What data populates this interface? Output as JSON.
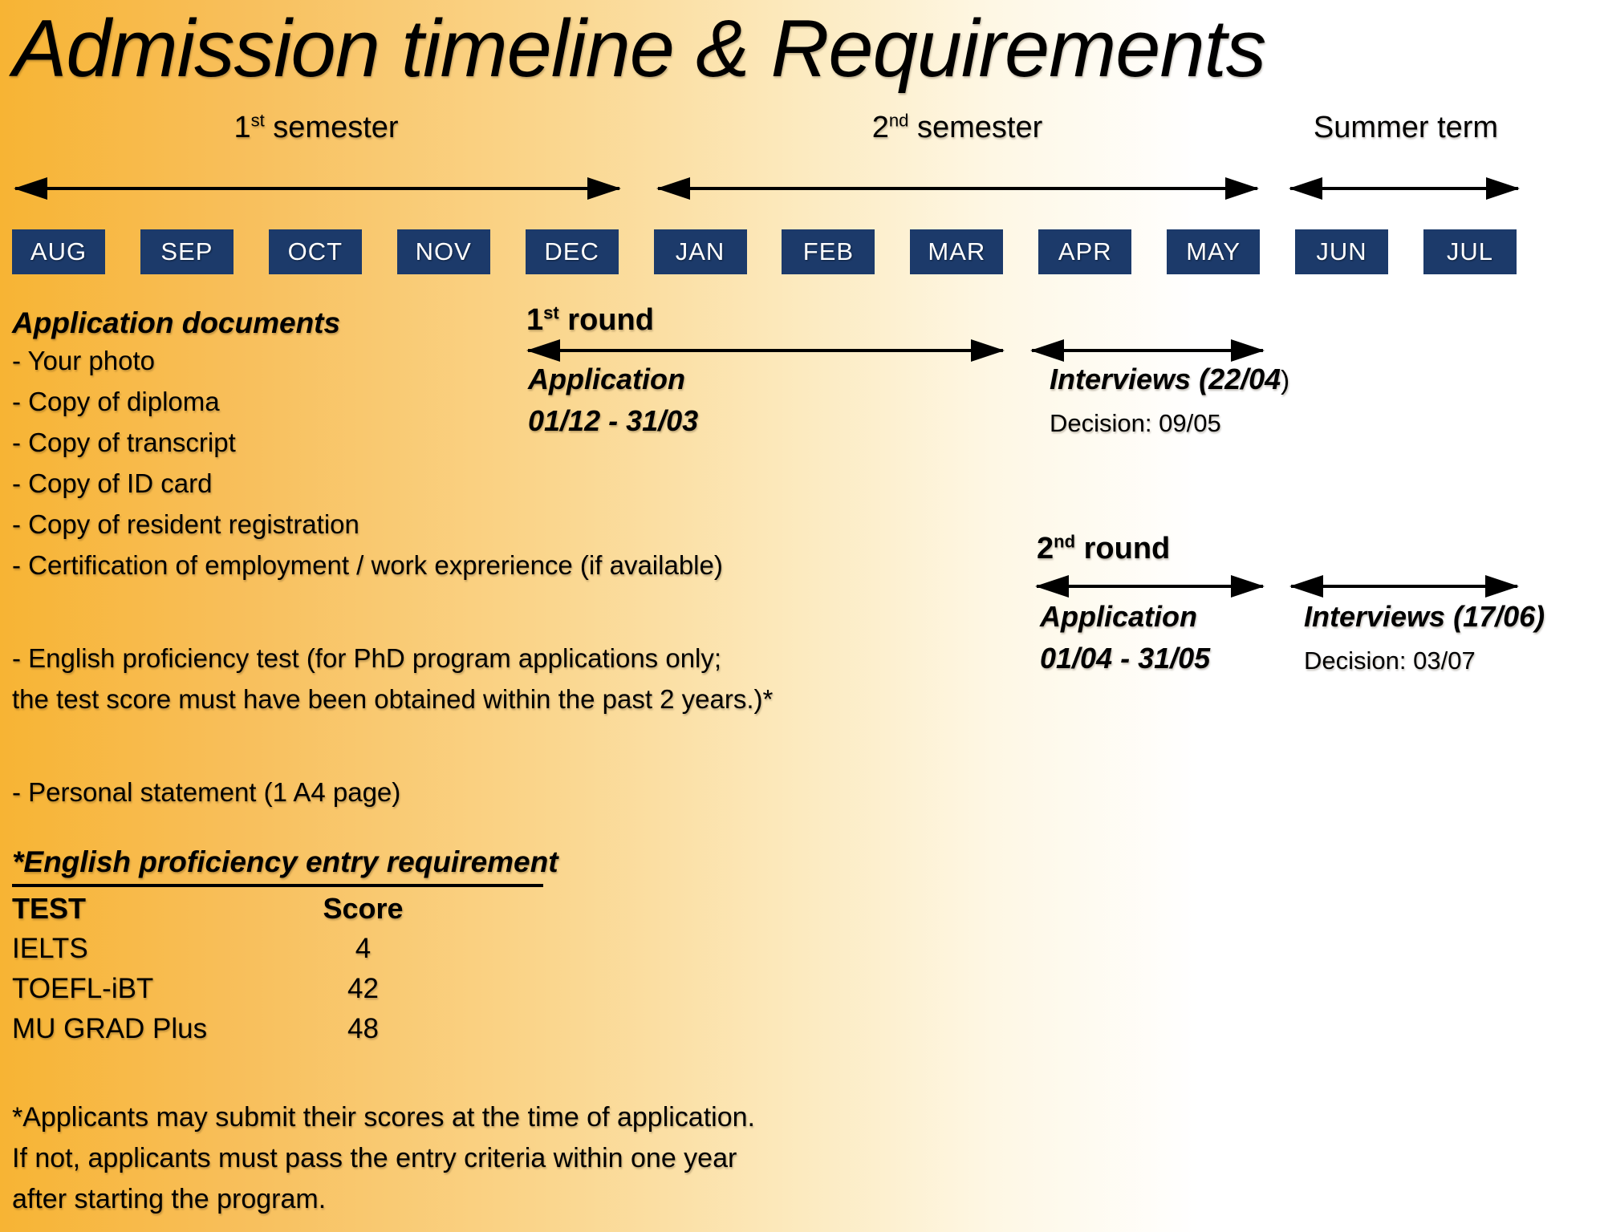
{
  "title": "Admission timeline & Requirements",
  "semesters": {
    "first": {
      "num": "1",
      "sup": "st",
      "rest": " semester"
    },
    "second": {
      "num": "2",
      "sup": "nd",
      "rest": " semester"
    },
    "summer": {
      "label": "Summer term"
    }
  },
  "months": [
    "AUG",
    "SEP",
    "OCT",
    "NOV",
    "DEC",
    "JAN",
    "FEB",
    "MAR",
    "APR",
    "MAY",
    "JUN",
    "JUL"
  ],
  "documents": {
    "heading": "Application documents",
    "lines": [
      "- Your photo",
      "- Copy of diploma",
      "- Copy of transcript",
      "- Copy of ID card",
      "- Copy of resident registration",
      "- Certification of employment / work exprerience (if available)",
      "",
      "- English proficiency test (for PhD program applications only;",
      "the test score must have been obtained within the past 2 years.)*",
      "",
      "- Personal statement (1 A4 page)"
    ]
  },
  "rounds": {
    "first": {
      "num": "1",
      "sup": "st",
      "rest": " round",
      "application": "Application",
      "dates": "01/12 - 31/03",
      "interviews": "Interviews (22/04",
      "interviews_close": ")",
      "decision": "Decision: 09/05"
    },
    "second": {
      "num": "2",
      "sup": "nd",
      "rest": " round",
      "application": "Application",
      "dates": "01/04 - 31/05",
      "interviews": "Interviews (17/06)",
      "decision": "Decision: 03/07"
    }
  },
  "english_requirement": {
    "heading": "*English proficiency entry requirement",
    "columns": [
      "TEST",
      "Score"
    ],
    "rows": [
      [
        "IELTS",
        "4"
      ],
      [
        "TOEFL-iBT",
        "42"
      ],
      [
        "MU GRAD Plus",
        "48"
      ]
    ]
  },
  "footnote": {
    "lines": [
      "*Applicants may submit their scores at the time of application.",
      "If not, applicants must pass the entry criteria within one year",
      "after starting the program."
    ]
  },
  "colors": {
    "month_box": "#1c3a6a",
    "background_left": "#f7b434",
    "text": "#000000"
  }
}
